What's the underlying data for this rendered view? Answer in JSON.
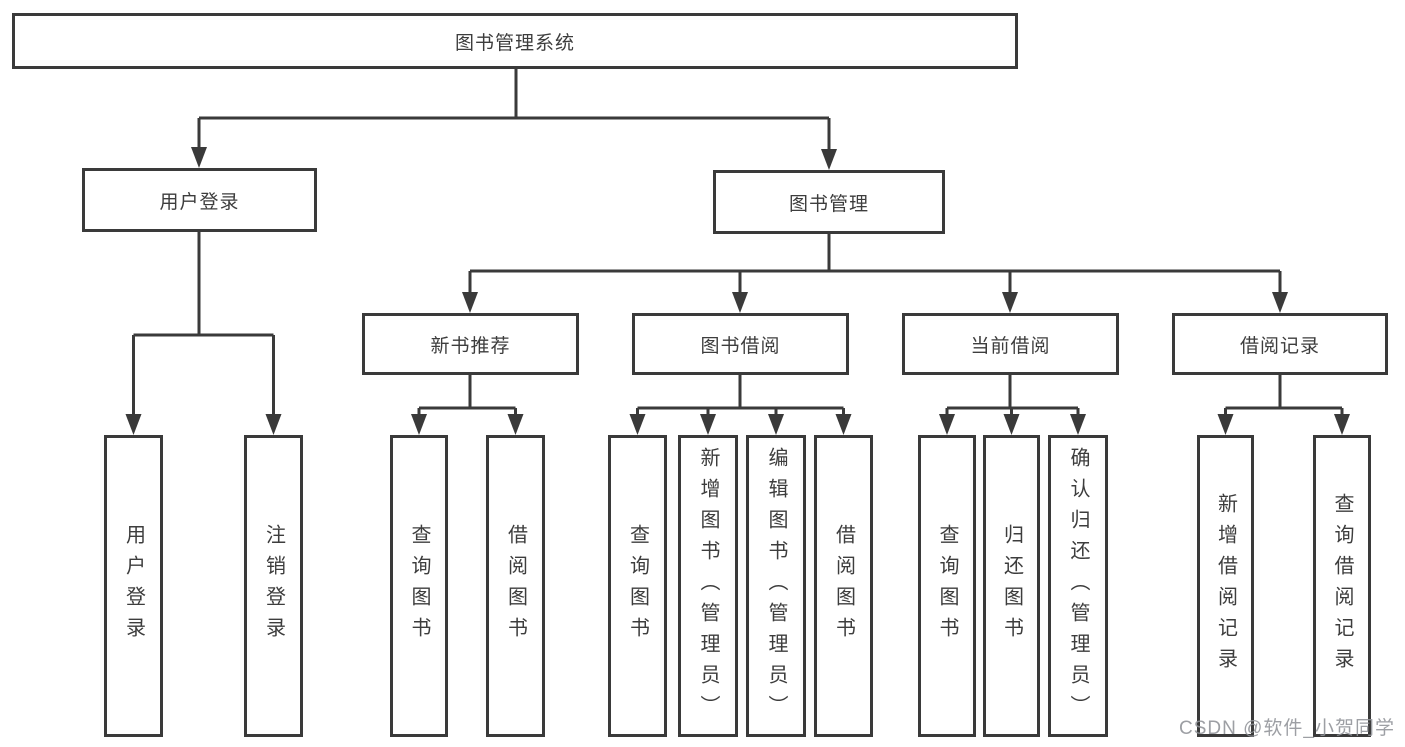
{
  "diagram_type": "feature-tree",
  "nodes": {
    "root": "图书管理系统",
    "user_login": "用户登录",
    "book_mgmt": "图书管理",
    "new_book_rec": "新书推荐",
    "book_borrow": "图书借阅",
    "current_borrow": "当前借阅",
    "borrow_record": "借阅记录",
    "leaf_user_login": "用户登录",
    "leaf_logout": "注销登录",
    "rec_query_book": "查询图书",
    "rec_borrow_book": "借阅图书",
    "bb_query_book": "查询图书",
    "bb_add_book": "新增图书（管理员）",
    "bb_edit_book": "编辑图书（管理员）",
    "bb_borrow_book": "借阅图书",
    "cb_query_book": "查询图书",
    "cb_return_book": "归还图书",
    "cb_confirm_return": "确认归还（管理员）",
    "br_add_record": "新增借阅记录",
    "br_query_record": "查询借阅记录"
  },
  "watermark": "CSDN @软件_小贺同学",
  "colors": {
    "line": "#3a3a3a",
    "box_border": "#3a3a3a",
    "box_background": "#ffffff",
    "text": "#3d3d3d",
    "watermark_text": "#8f9297"
  }
}
